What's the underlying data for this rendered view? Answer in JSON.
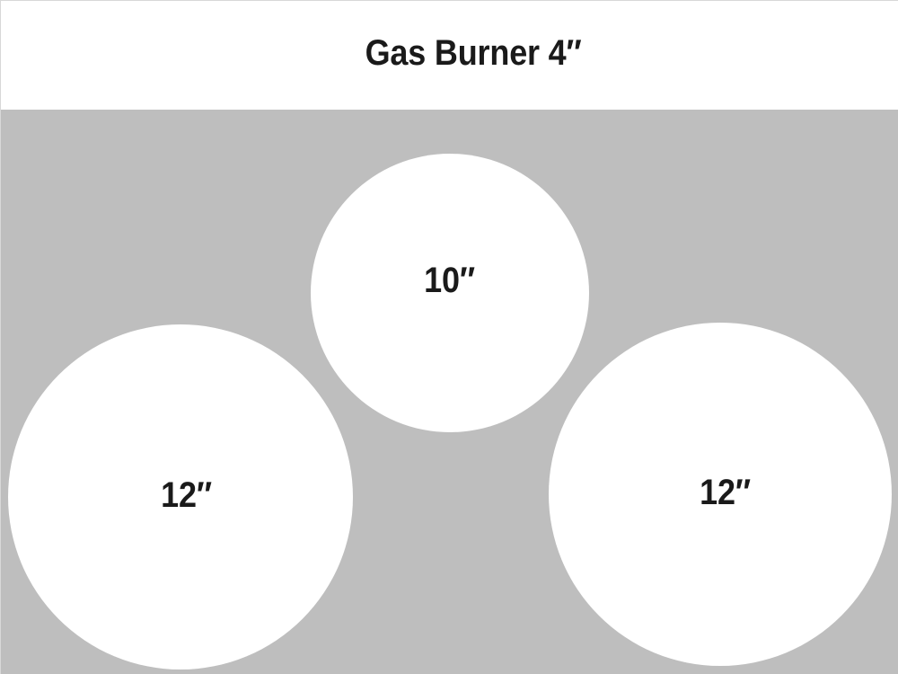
{
  "header": {
    "title": "Gas Burner 4″"
  },
  "colors": {
    "background": "#ffffff",
    "field": "#bebebe",
    "burner_fill": "#ffffff",
    "text": "#1a1a1a",
    "frame_border": "#d8d8d8"
  },
  "diagram": {
    "units": "inches",
    "burners": [
      {
        "id": "burner-top",
        "label": "10″",
        "diameter": 10,
        "position": "top-center"
      },
      {
        "id": "burner-left",
        "label": "12″",
        "diameter": 12,
        "position": "bottom-left"
      },
      {
        "id": "burner-right",
        "label": "12″",
        "diameter": 12,
        "position": "bottom-right"
      }
    ]
  }
}
